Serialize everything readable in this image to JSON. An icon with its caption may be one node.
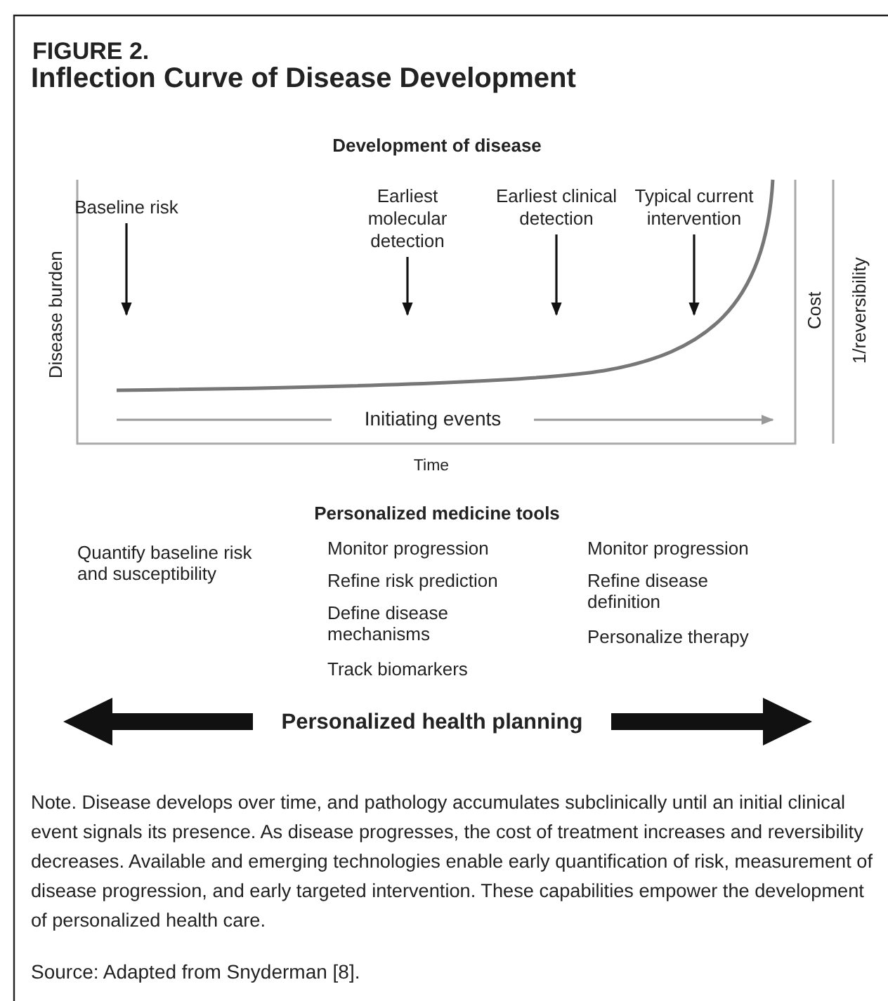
{
  "diagram": {
    "title": "Inflection Curve of Disease Development",
    "caption": "Note. Disease develops over time, and pathology accumulates subclinically until an initial clinical event signals its presence. As disease progresses, the cost of treatment increases and reversibility decreases. Available and emerging technologies enable early quantification of risk, measurement of disease progression, and early targeted intervention. These capabilities empower the development of personalized health care.",
    "nodes": [
      {
        "text": [
          "Baseline risk"
        ]
      },
      {
        "text": [
          "Earliest molecular detection"
        ]
      },
      {
        "text": [
          "Earliest clinical detection"
        ]
      },
      {
        "text": [
          "Typical current intervention"
        ]
      }
    ],
    "edges": [
      {
        "from": 0,
        "to": null,
        "arrow": "to"
      },
      {
        "from": 1,
        "to": null,
        "arrow": "to"
      },
      {
        "from": 2,
        "to": null,
        "arrow": "to"
      },
      {
        "from": 3,
        "to": null,
        "arrow": "to"
      }
    ],
    "labels": [
      "FIGURE 2.",
      "Development of disease",
      "Disease burden",
      "Cost",
      "1/reversibility",
      "Initiating events",
      "Time",
      "Personalized medicine tools",
      "Quantify baseline risk and susceptibility",
      "Monitor progression",
      "Refine risk prediction",
      "Define disease mechanisms",
      "Track biomarkers",
      "Monitor progression",
      "Refine disease definition",
      "Personalize therapy",
      "Personalized health planning",
      "Source: Adapted from Snyderman [8]."
    ]
  }
}
